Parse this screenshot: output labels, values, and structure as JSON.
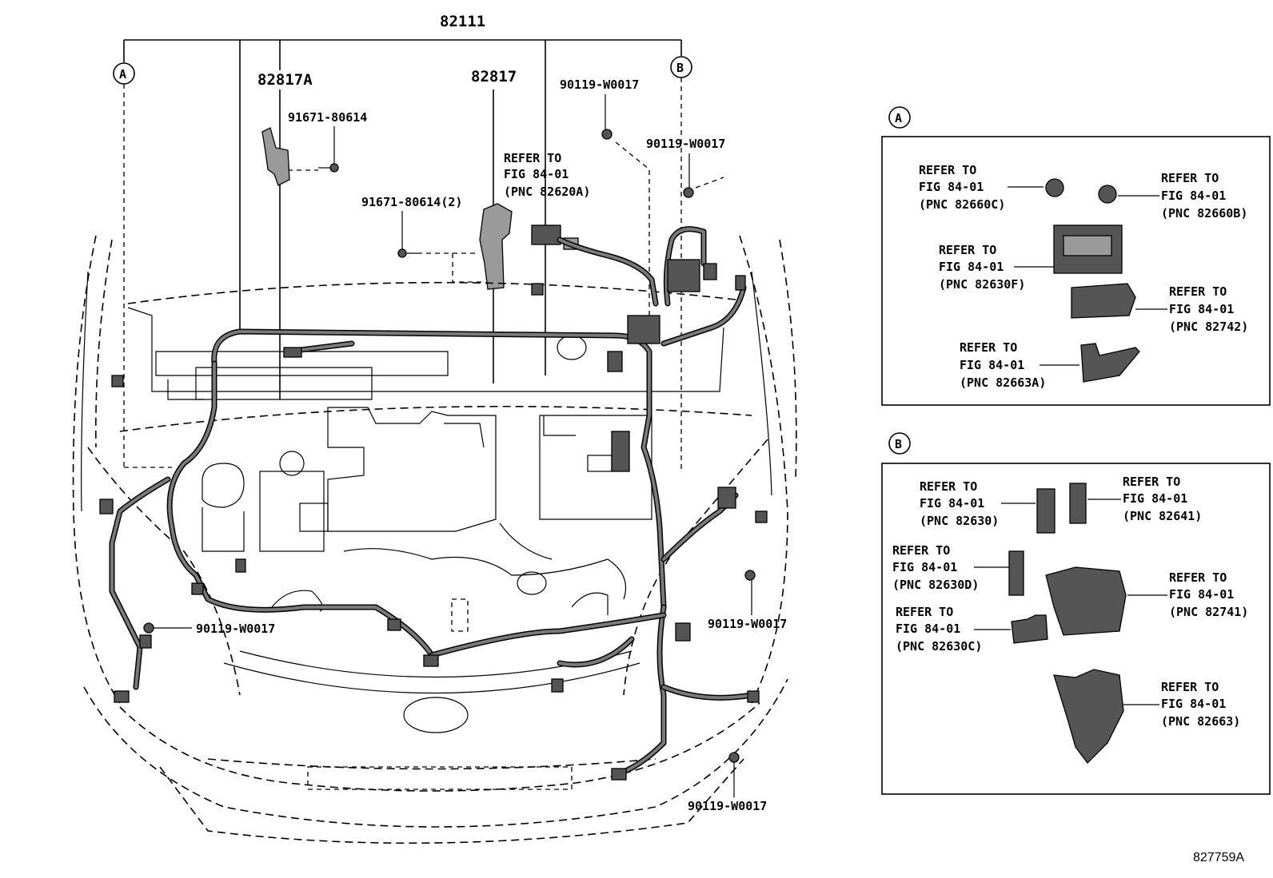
{
  "main": {
    "top_part": "82111",
    "part_82817a": "82817A",
    "part_82817": "82817",
    "bolt_upper_left": "91671-80614",
    "bolt_middle": "91671-80614(2)",
    "clip_top": "90119-W0017",
    "clip_right_top": "90119-W0017",
    "clip_left_low": "90119-W0017",
    "clip_right_low": "90119-W0017",
    "clip_bottom": "90119-W0017",
    "refer_main": [
      "REFER TO",
      "FIG 84-01",
      "(PNC 82620A)"
    ],
    "marker_a": "A",
    "marker_b": "B"
  },
  "inset_a": {
    "marker": "A",
    "refs": [
      {
        "l1": "REFER TO",
        "l2": "FIG 84-01",
        "l3": "(PNC 82660C)"
      },
      {
        "l1": "REFER TO",
        "l2": "FIG 84-01",
        "l3": "(PNC 82660B)"
      },
      {
        "l1": "REFER TO",
        "l2": "FIG 84-01",
        "l3": "(PNC 82630F)"
      },
      {
        "l1": "REFER TO",
        "l2": "FIG 84-01",
        "l3": "(PNC 82742)"
      },
      {
        "l1": "REFER TO",
        "l2": "FIG 84-01",
        "l3": "(PNC 82663A)"
      }
    ]
  },
  "inset_b": {
    "marker": "B",
    "refs": [
      {
        "l1": "REFER TO",
        "l2": "FIG 84-01",
        "l3": "(PNC 82630)"
      },
      {
        "l1": "REFER TO",
        "l2": "FIG 84-01",
        "l3": "(PNC 82641)"
      },
      {
        "l1": "REFER TO",
        "l2": "FIG 84-01",
        "l3": "(PNC 82630D)"
      },
      {
        "l1": "REFER TO",
        "l2": "FIG 84-01",
        "l3": "(PNC 82741)"
      },
      {
        "l1": "REFER TO",
        "l2": "FIG 84-01",
        "l3": "(PNC 82630C)"
      },
      {
        "l1": "REFER TO",
        "l2": "FIG 84-01",
        "l3": "(PNC 82663)"
      }
    ]
  },
  "figure_id": "827759A"
}
